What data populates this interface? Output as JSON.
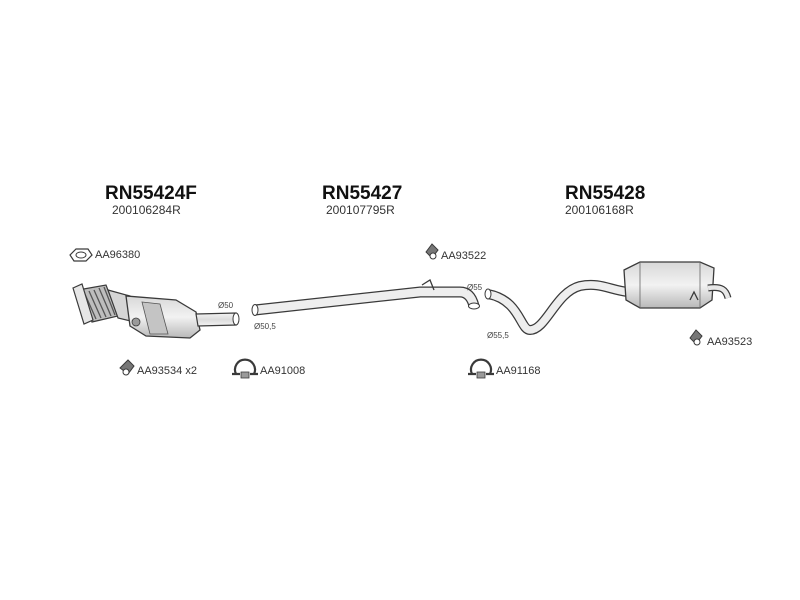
{
  "groups": [
    {
      "code": "RN55424F",
      "oem": "200106284R"
    },
    {
      "code": "RN55427",
      "oem": "200107795R"
    },
    {
      "code": "RN55428",
      "oem": "200106168R"
    }
  ],
  "accessories": {
    "gasket_front": "AA96380",
    "bracket_front": "AA93534 x2",
    "clamp_1": "AA91008",
    "bracket_mid": "AA93522",
    "clamp_2": "AA91168",
    "bracket_rear": "AA93523"
  },
  "diameters": {
    "cat_outlet": "Ø50",
    "mid_inlet": "Ø50,5",
    "mid_outlet": "Ø55",
    "rear_inlet": "Ø55,5"
  },
  "colors": {
    "outline": "#3a3a3a",
    "fill_light": "#eeeeee",
    "fill_mid": "#cfcfcf",
    "fill_dark": "#9a9a9a"
  }
}
